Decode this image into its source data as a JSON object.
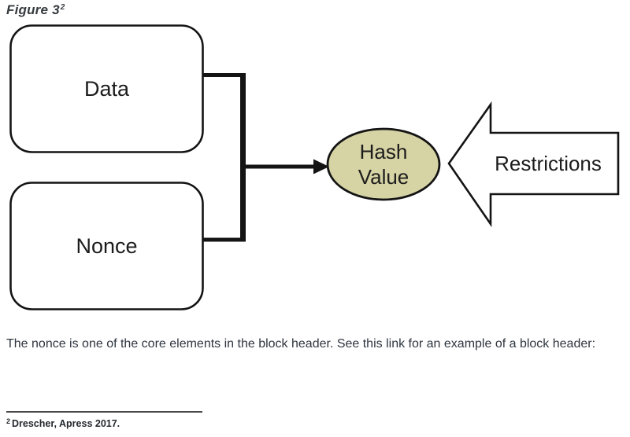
{
  "page": {
    "title": {
      "text": "Figure 3",
      "superscript": "2"
    },
    "paragraph": "The nonce is one of the core elements in the block header. See this link for an example of a block header:",
    "footnote": {
      "marker": "2",
      "text": "Drescher, Apress 2017."
    }
  },
  "diagram": {
    "boxes": [
      {
        "label": "Data"
      },
      {
        "label": "Nonce"
      }
    ],
    "ellipse": {
      "label": "Hash Value",
      "fill": "#d6d3a4"
    },
    "block_arrow": {
      "label": "Restrictions"
    },
    "stroke_color": "#141414",
    "background_color": "#ffffff"
  }
}
